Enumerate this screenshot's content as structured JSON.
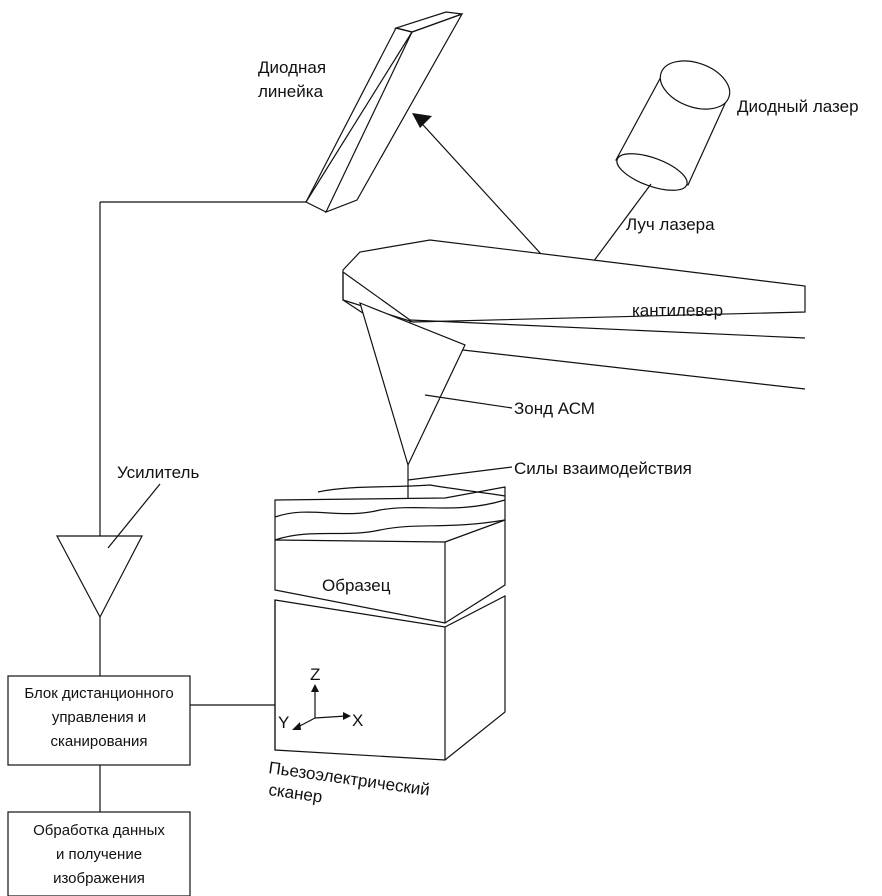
{
  "labels": {
    "diode_line_1": "Диодная",
    "diode_line_2": "линейка",
    "diode_laser": "Диодный лазер",
    "laser_beam": "Луч лазера",
    "cantilever": "кантилевер",
    "probe": "Зонд АСМ",
    "forces": "Силы взаимодействия",
    "amplifier": "Усилитель",
    "sample": "Образец",
    "axis_z": "Z",
    "axis_x": "X",
    "axis_y": "Y",
    "scanner_1": "Пьезоэлектрический",
    "scanner_2": "сканер",
    "control_1": "Блок дистанционного",
    "control_2": "управления и",
    "control_3": "сканирования",
    "processing_1": "Обработка данных",
    "processing_2": "и получение",
    "processing_3": "изображения"
  }
}
